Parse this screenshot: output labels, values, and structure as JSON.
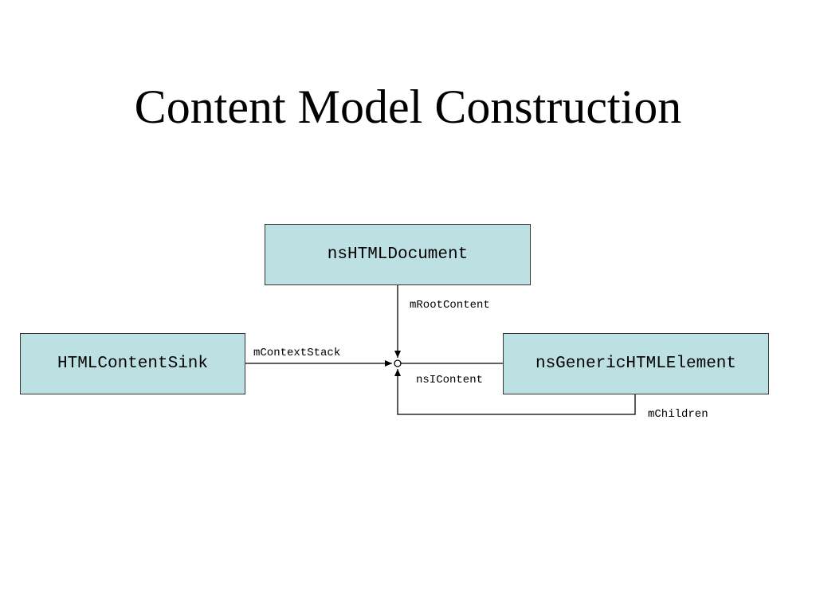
{
  "slide": {
    "title": "Content Model Construction"
  },
  "nodes": {
    "document": "nsHTMLDocument",
    "sink": "HTMLContentSink",
    "element": "nsGenericHTMLElement"
  },
  "edges": {
    "root_content": "mRootContent",
    "context_stack": "mContextStack",
    "ns_icontent": "nsIContent",
    "children": "mChildren"
  },
  "colors": {
    "node_fill": "#bde0e3",
    "node_border": "#333333",
    "line": "#000000"
  }
}
